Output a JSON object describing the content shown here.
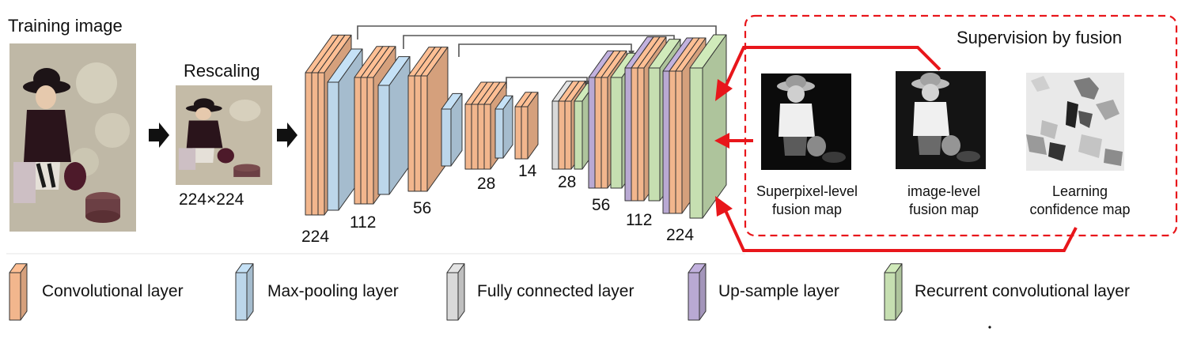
{
  "training": {
    "title": "Training image"
  },
  "rescaling": {
    "title": "Rescaling",
    "size": "224×224"
  },
  "network": {
    "dims": [
      "224",
      "112",
      "56",
      "28",
      "14",
      "28",
      "56",
      "112",
      "224"
    ]
  },
  "supervision": {
    "title": "Supervision by fusion",
    "maps": [
      {
        "line1": "Superpixel-level",
        "line2": "fusion map"
      },
      {
        "line1": "image-level",
        "line2": "fusion map"
      },
      {
        "line1": "Learning",
        "line2": "confidence map"
      }
    ]
  },
  "legend": [
    {
      "label": "Convolutional layer",
      "color": "#f2b68d"
    },
    {
      "label": "Max-pooling layer",
      "color": "#bcd6ea"
    },
    {
      "label": "Fully connected layer",
      "color": "#d9d9d9"
    },
    {
      "label": "Up-sample layer",
      "color": "#b9a9d3"
    },
    {
      "label": "Recurrent convolutional layer",
      "color": "#c6dfb1"
    }
  ],
  "colors": {
    "conv": "#f2b68d",
    "pool": "#bcd6ea",
    "fc": "#d9d9d9",
    "up": "#b9a9d3",
    "rec": "#c6dfb1",
    "accent": "#e8161b"
  }
}
